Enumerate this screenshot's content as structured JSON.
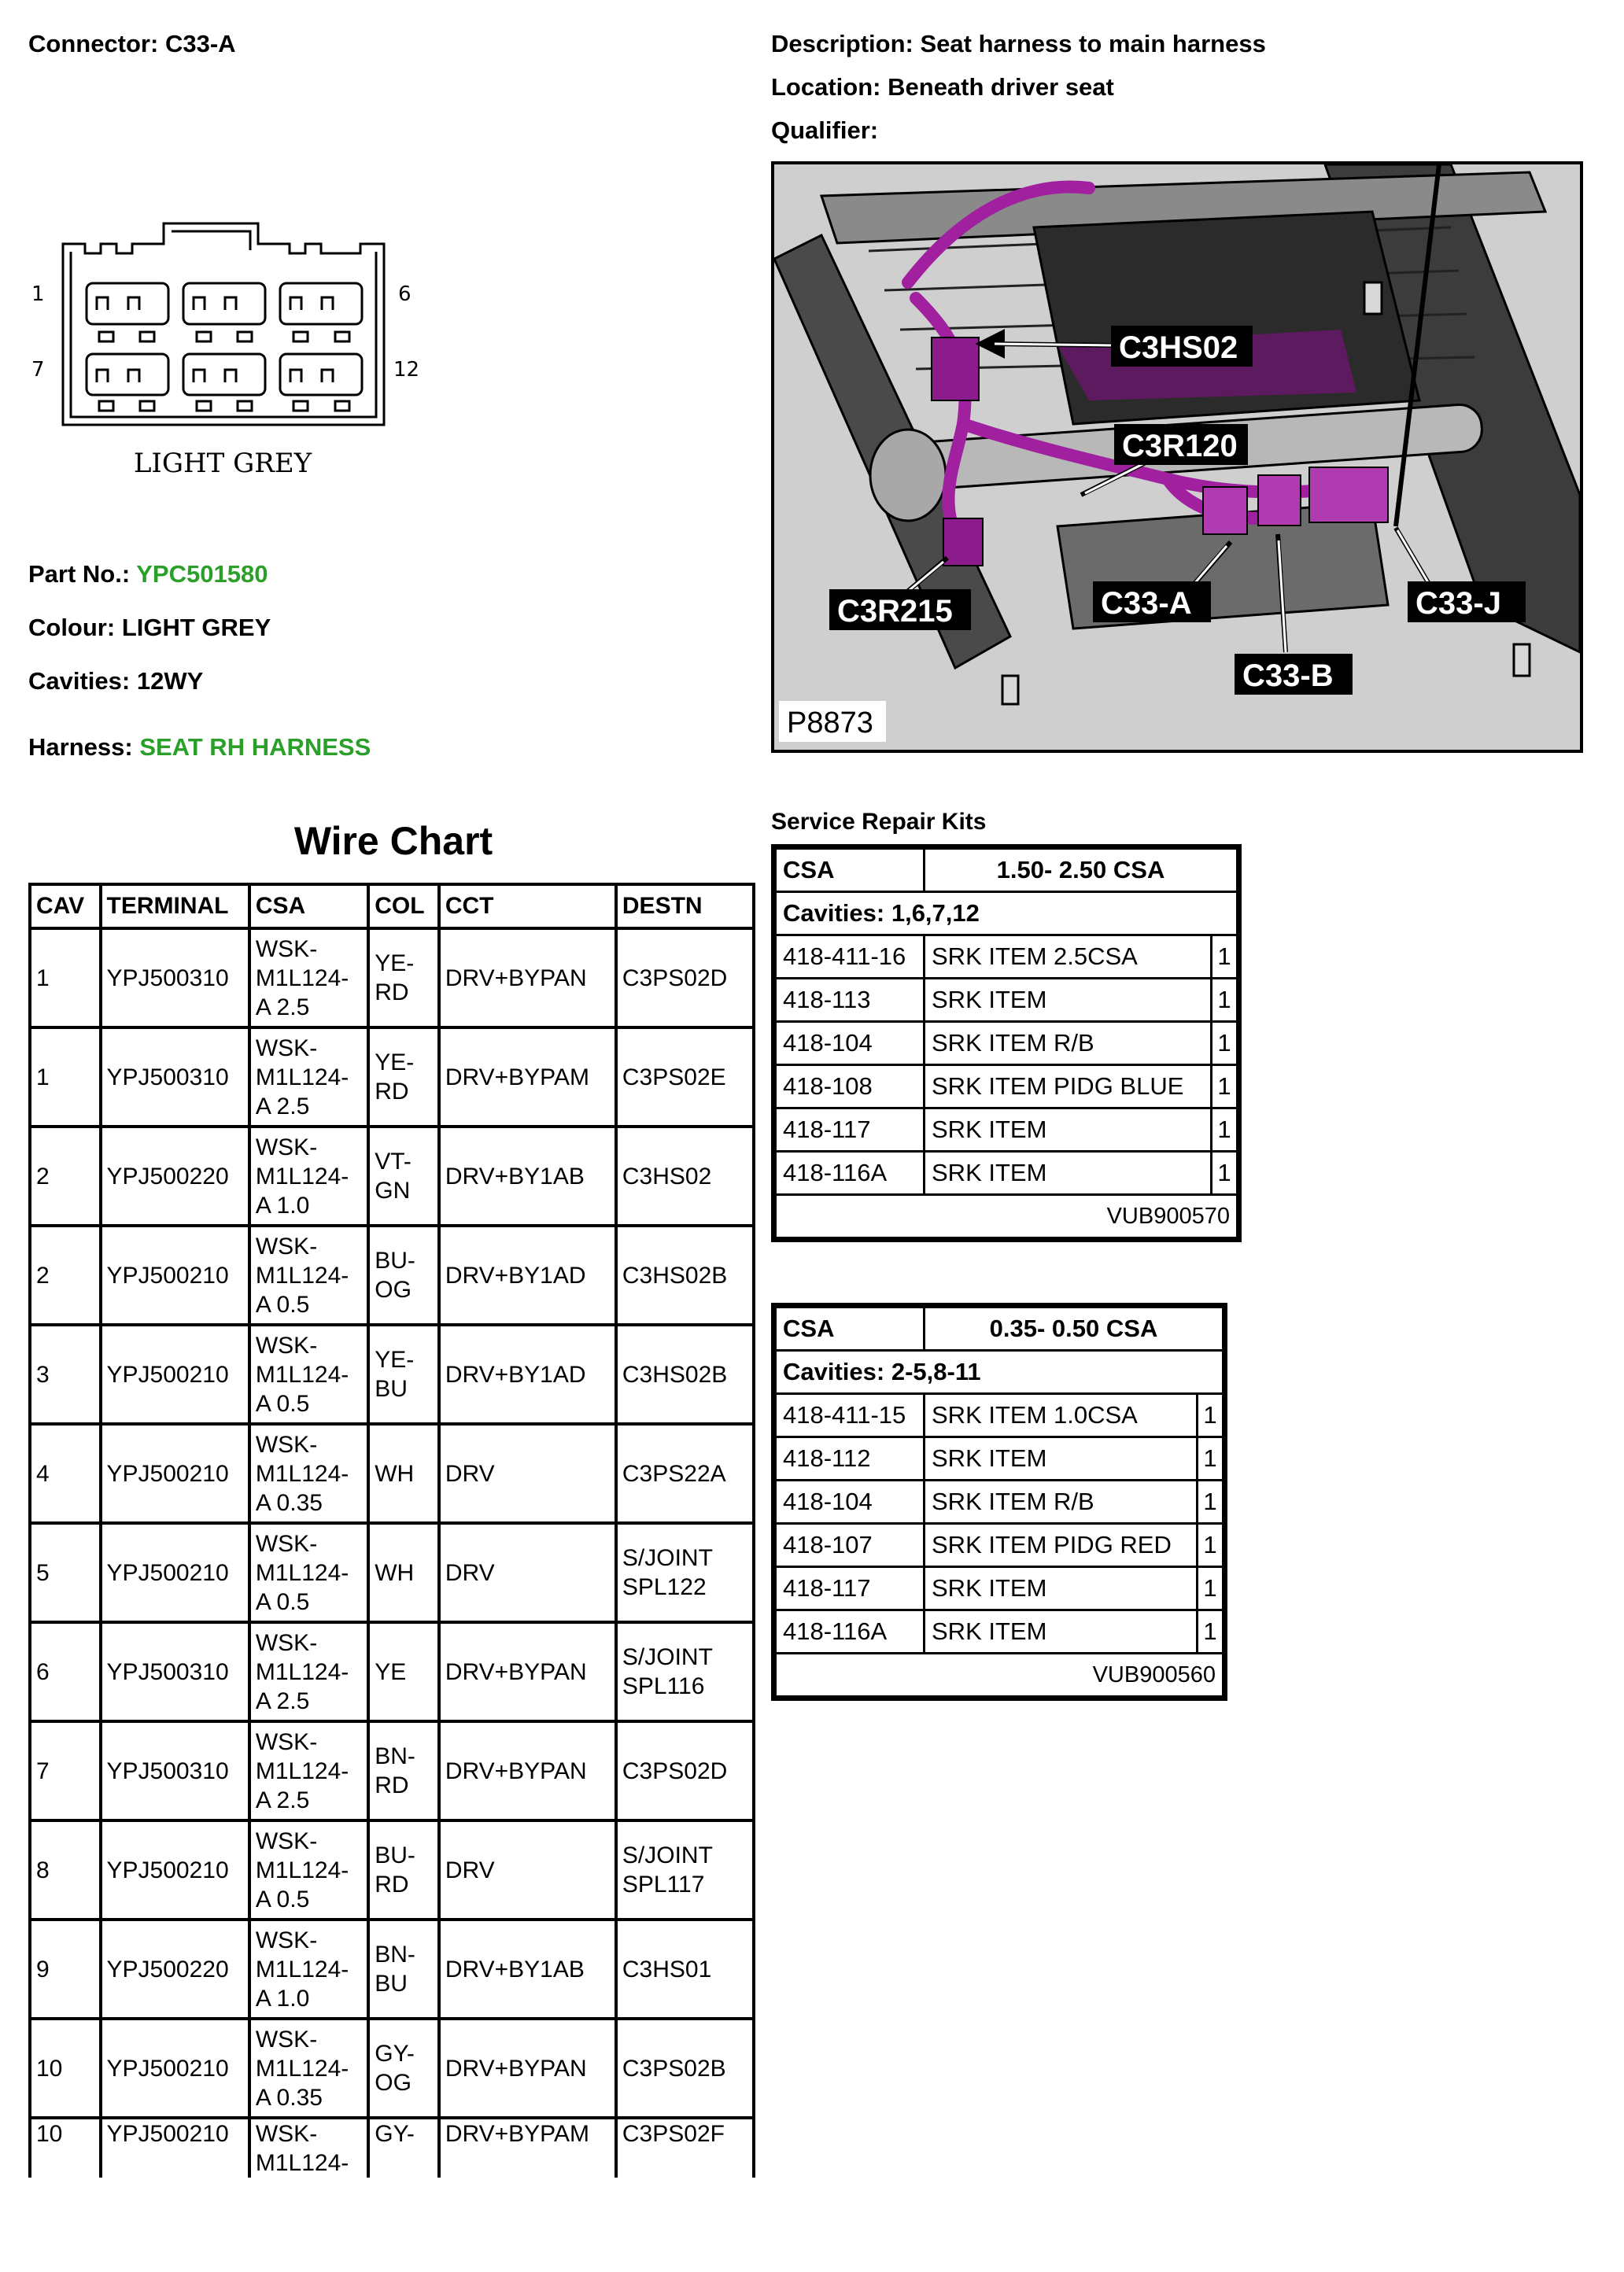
{
  "connector": {
    "label": "Connector:",
    "value": "C33-A",
    "pin_labels": [
      "1",
      "6",
      "7",
      "12"
    ],
    "colour_text": "LIGHT GREY"
  },
  "info": {
    "part_label": "Part No.:",
    "part_value": "YPC501580",
    "colour_label": "Colour:",
    "colour_value": "LIGHT GREY",
    "cavities_label": "Cavities:",
    "cavities_value": "12WY",
    "harness_label": "Harness:",
    "harness_value": "SEAT RH HARNESS"
  },
  "description": {
    "desc_label": "Description:",
    "desc_value": "Seat harness to main harness",
    "loc_label": "Location:",
    "loc_value": "Beneath driver seat",
    "qual_label": "Qualifier:",
    "qual_value": ""
  },
  "photo": {
    "callouts": [
      "C3HS02",
      "C3R120",
      "C3R215",
      "C33-A",
      "C33-J",
      "C33-B"
    ],
    "ref": "P8873"
  },
  "wire_chart": {
    "title": "Wire Chart",
    "headers": [
      "CAV",
      "TERMINAL",
      "CSA",
      "COL",
      "CCT",
      "DESTN"
    ],
    "rows": [
      [
        "1",
        "YPJ500310",
        "WSK-M1L124-A 2.5",
        "YE-RD",
        "DRV+BYPAN",
        "C3PS02D"
      ],
      [
        "1",
        "YPJ500310",
        "WSK-M1L124-A 2.5",
        "YE-RD",
        "DRV+BYPAM",
        "C3PS02E"
      ],
      [
        "2",
        "YPJ500220",
        "WSK-M1L124-A 1.0",
        "VT-GN",
        "DRV+BY1AB",
        "C3HS02"
      ],
      [
        "2",
        "YPJ500210",
        "WSK-M1L124-A 0.5",
        "BU-OG",
        "DRV+BY1AD",
        "C3HS02B"
      ],
      [
        "3",
        "YPJ500210",
        "WSK-M1L124-A 0.5",
        "YE-BU",
        "DRV+BY1AD",
        "C3HS02B"
      ],
      [
        "4",
        "YPJ500210",
        "WSK-M1L124-A 0.35",
        "WH",
        "DRV",
        "C3PS22A"
      ],
      [
        "5",
        "YPJ500210",
        "WSK-M1L124-A 0.5",
        "WH",
        "DRV",
        "S/JOINT SPL122"
      ],
      [
        "6",
        "YPJ500310",
        "WSK-M1L124-A 2.5",
        "YE",
        "DRV+BYPAN",
        "S/JOINT SPL116"
      ],
      [
        "7",
        "YPJ500310",
        "WSK-M1L124-A 2.5",
        "BN-RD",
        "DRV+BYPAN",
        "C3PS02D"
      ],
      [
        "8",
        "YPJ500210",
        "WSK-M1L124-A 0.5",
        "BU-RD",
        "DRV",
        "S/JOINT SPL117"
      ],
      [
        "9",
        "YPJ500220",
        "WSK-M1L124-A 1.0",
        "BN-BU",
        "DRV+BY1AB",
        "C3HS01"
      ],
      [
        "10",
        "YPJ500210",
        "WSK-M1L124-A 0.35",
        "GY-OG",
        "DRV+BYPAN",
        "C3PS02B"
      ],
      [
        "10",
        "YPJ500210",
        "WSK-M1L124-",
        "GY-",
        "DRV+BYPAM",
        "C3PS02F"
      ]
    ]
  },
  "service_kits": {
    "title": "Service Repair Kits",
    "kits": [
      {
        "csa_label": "CSA",
        "csa_value": "1.50- 2.50 CSA",
        "cavities": "Cavities: 1,6,7,12",
        "items": [
          [
            "418-411-16",
            "SRK ITEM 2.5CSA",
            "1"
          ],
          [
            "418-113",
            "SRK ITEM",
            "1"
          ],
          [
            "418-104",
            "SRK ITEM R/B",
            "1"
          ],
          [
            "418-108",
            "SRK ITEM PIDG BLUE",
            "1"
          ],
          [
            "418-117",
            "SRK ITEM",
            "1"
          ],
          [
            "418-116A",
            "SRK ITEM",
            "1"
          ]
        ],
        "code": "VUB900570"
      },
      {
        "csa_label": "CSA",
        "csa_value": "0.35- 0.50 CSA",
        "cavities": "Cavities: 2-5,8-11",
        "items": [
          [
            "418-411-15",
            "SRK ITEM 1.0CSA",
            "1"
          ],
          [
            "418-112",
            "SRK ITEM",
            "1"
          ],
          [
            "418-104",
            "SRK ITEM R/B",
            "1"
          ],
          [
            "418-107",
            "SRK ITEM PIDG RED",
            "1"
          ],
          [
            "418-117",
            "SRK ITEM",
            "1"
          ],
          [
            "418-116A",
            "SRK ITEM",
            "1"
          ]
        ],
        "code": "VUB900560"
      }
    ]
  }
}
